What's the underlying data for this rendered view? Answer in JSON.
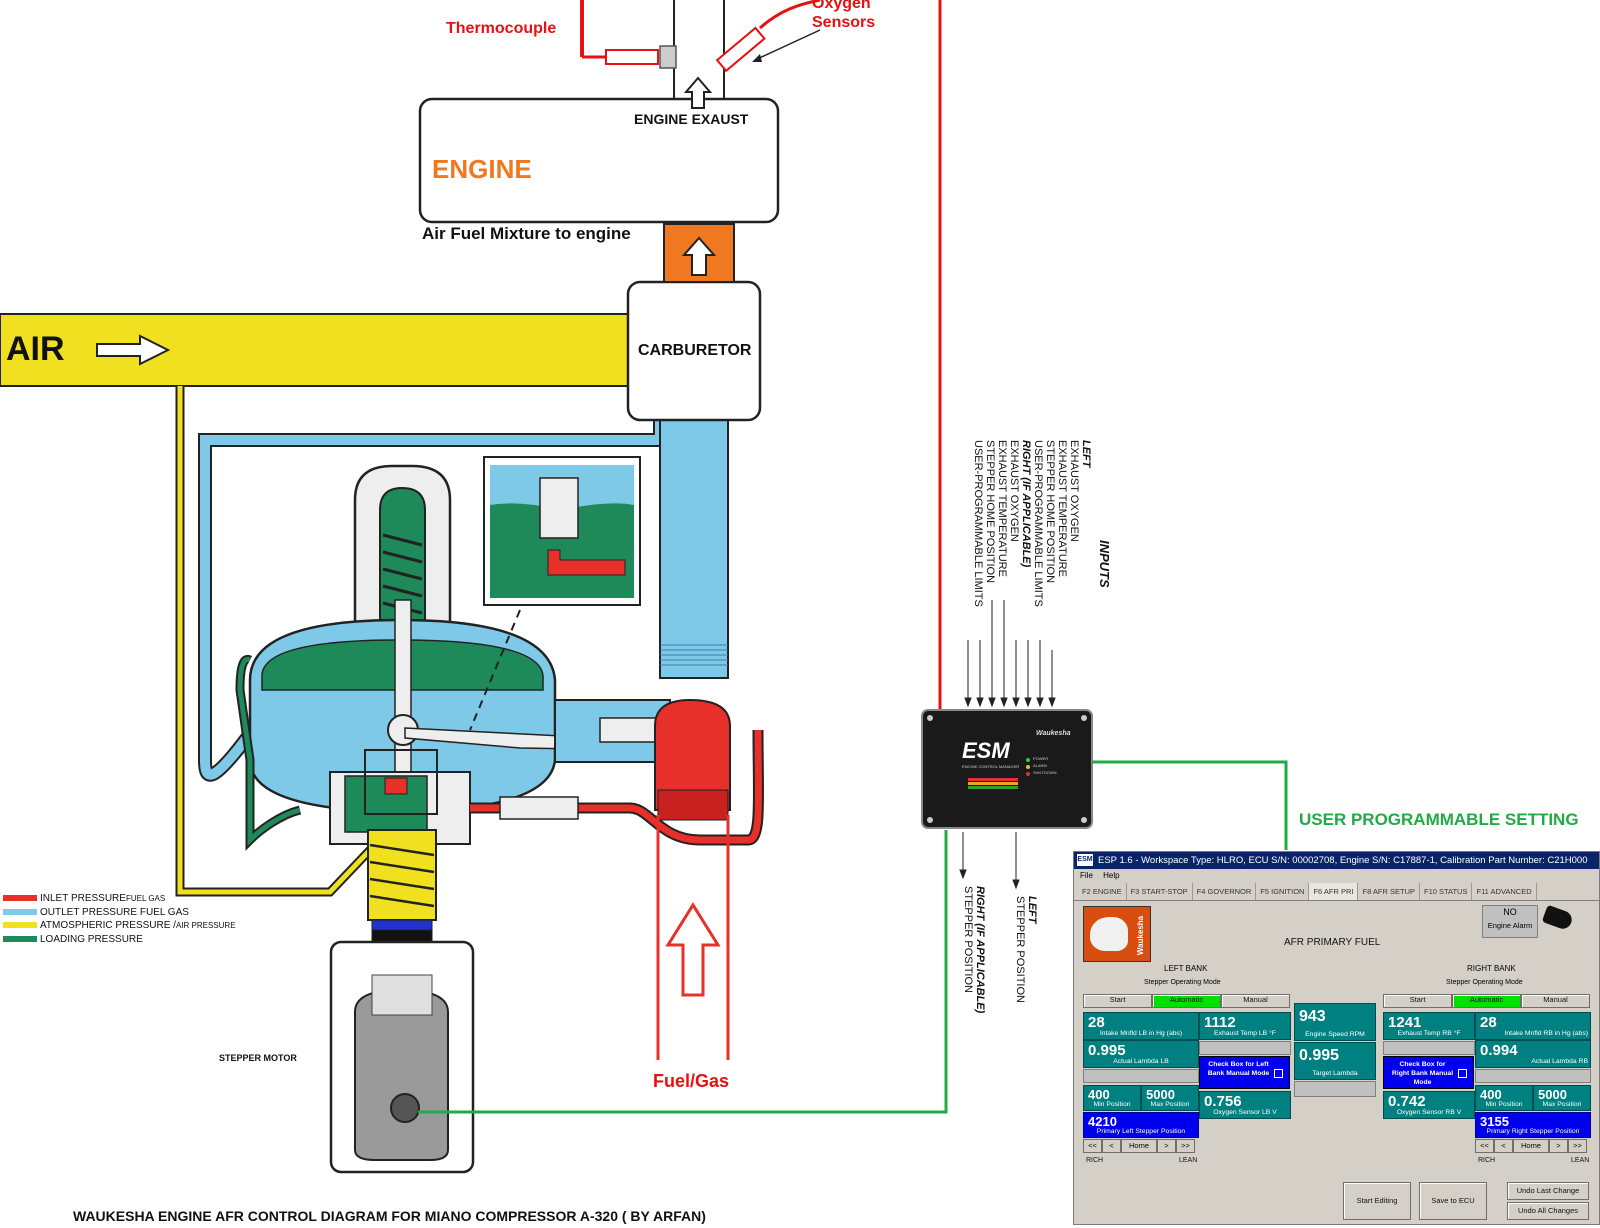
{
  "diagram": {
    "labels": {
      "thermocouple": "Thermocouple",
      "oxygen_sensors_1": "Oxygen",
      "oxygen_sensors_2": "Sensors",
      "engine_exhaust": "ENGINE EXAUST",
      "engine": "ENGINE",
      "air_fuel_mixture": "Air Fuel Mixture to engine",
      "air": "AIR",
      "carburetor": "CARBURETOR",
      "stepper_motor": "STEPPER MOTOR",
      "fuel_gas": "Fuel/Gas",
      "user_programmable_setting": "USER PROGRAMMABLE SETTING",
      "footer_title": "WAUKESHA ENGINE AFR CONTROL DIAGRAM FOR MIANO COMPRESSOR A-320 ( BY ARFAN)"
    },
    "legend": [
      {
        "text": "INLET PRESSURE",
        "suffix": "FUEL GAS",
        "color": "#e8302a"
      },
      {
        "text": "OUTLET PRESSURE FUEL GAS",
        "suffix": "",
        "color": "#7ec8e8"
      },
      {
        "text": "ATMOSPHERIC PRESSURE /",
        "suffix": "AIR PRESSURE",
        "color": "#f0e020"
      },
      {
        "text": "LOADING PRESSURE",
        "suffix": "",
        "color": "#1e8a5a"
      }
    ],
    "inputs": {
      "heading": "INPUTS",
      "left": "LEFT",
      "left_items": [
        "EXHAUST OXYGEN",
        "EXHAUST TEMPERATURE",
        "STEPPER HOME POSITION",
        "USER-PROGRAMMABLE LIMITS"
      ],
      "right": "RIGHT (IF APPLICABLE)",
      "right_items": [
        "EXHAUST OXYGEN",
        "EXHAUST TEMPERATURE",
        "STEPPER HOME POSITION",
        "USER-PROGRAMMABLE LIMITS"
      ]
    },
    "outputs": {
      "left_1": "LEFT",
      "left_2": "STEPPER POSITION",
      "right_1": "RIGHT (IF APPLICABLE)",
      "right_2": "STEPPER POSITION"
    },
    "esm": {
      "logo": "ESM",
      "sub": "ENGINE CONTROL MANAGER",
      "brand": "Waukesha",
      "leds": [
        "POWER",
        "ALARM",
        "SHUTDOWN"
      ]
    },
    "colors": {
      "inlet": "#e8302a",
      "outlet": "#7ec8e8",
      "air": "#f0e020",
      "loading": "#1e8a5a",
      "engine_label": "#f07820",
      "wire_red": "#e81010",
      "wire_green": "#22aa44"
    }
  },
  "esp": {
    "title": "ESP 1.6 - Workspace Type: HLRO, ECU S/N: 00002708, Engine S/N: C17887-1, Calibration Part Number: C21H000",
    "logo": "ESM",
    "menu": [
      "File",
      "Help"
    ],
    "tabs": [
      "F2 ENGINE",
      "F3 START-STOP",
      "F4 GOVERNOR",
      "F5 IGNITION",
      "F6 AFR PRI",
      "F8 AFR SETUP",
      "F10 STATUS",
      "F11 ADVANCED"
    ],
    "active_tab": "F6 AFR PRI",
    "brand": "Waukesha",
    "page_title": "AFR PRIMARY FUEL",
    "alarm": {
      "line1": "NO",
      "line2": "Engine Alarm"
    },
    "left_bank": {
      "title": "LEFT BANK",
      "mode_label": "Stepper Operating Mode",
      "modes": [
        "Start",
        "Automatic",
        "Manual"
      ],
      "intake_value": "28",
      "intake_label": "Intake Mnfld LB in Hg (abs)",
      "lambda_value": "0.995",
      "lambda_label": "Actual Lambda LB",
      "exhaust_value": "1112",
      "exhaust_label": "Exhaust Temp LB °F",
      "check_label": "Check Box for Left Bank Manual Mode",
      "min_value": "400",
      "min_label": "Min Position",
      "max_value": "5000",
      "max_label": "Max Position",
      "o2_value": "0.756",
      "o2_label": "Oxygen Sensor LB V",
      "stepper_value": "4210",
      "stepper_label": "Primary Left Stepper Position",
      "nav": [
        "<<",
        "<",
        "Home",
        ">",
        ">>"
      ],
      "rich": "RICH",
      "lean": "LEAN"
    },
    "right_bank": {
      "title": "RIGHT BANK",
      "mode_label": "Stepper Operating Mode",
      "modes": [
        "Start",
        "Automatic",
        "Manual"
      ],
      "intake_value": "28",
      "intake_label": "Intake Mnfld RB in Hg (abs)",
      "lambda_value": "0.994",
      "lambda_label": "Actual Lambda RB",
      "exhaust_value": "1241",
      "exhaust_label": "Exhaust Temp RB °F",
      "check_label": "Check Box for Right Bank Manual Mode",
      "min_value": "400",
      "min_label": "Min Position",
      "max_value": "5000",
      "max_label": "Max Position",
      "o2_value": "0.742",
      "o2_label": "Oxygen Sensor RB V",
      "stepper_value": "3155",
      "stepper_label": "Primary Right Stepper Position",
      "nav": [
        "<<",
        "<",
        "Home",
        ">",
        ">>"
      ],
      "rich": "RICH",
      "lean": "LEAN"
    },
    "center": {
      "rpm_value": "943",
      "rpm_label": "Engine Speed RPM",
      "target_value": "0.995",
      "target_label": "Target Lambda"
    },
    "buttons": {
      "start_editing": "Start Editing",
      "save": "Save to ECU",
      "undo_last": "Undo Last Change",
      "undo_all": "Undo All Changes"
    }
  }
}
